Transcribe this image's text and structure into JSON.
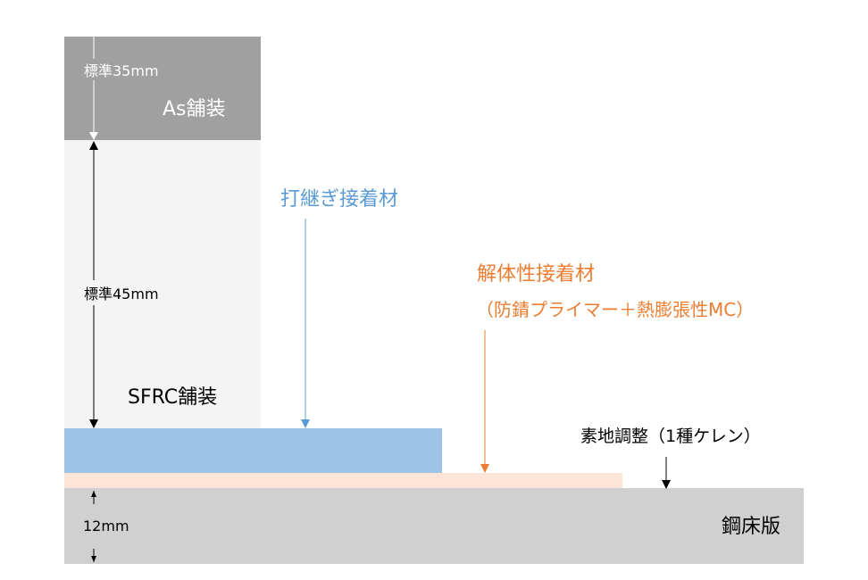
{
  "layers": {
    "as": {
      "label": "As舗装",
      "thickness": "標準35mm",
      "color": "#a0a0a0"
    },
    "sfrc": {
      "label": "SFRC舗装",
      "thickness": "標準45mm",
      "color": "#f4f4f4"
    },
    "bond": {
      "label": "打継ぎ接着材",
      "color": "#9dc3e6",
      "text_color": "#5b9bd5"
    },
    "primer": {
      "label": "解体性接着材",
      "sublabel": "（防錆プライマー＋熱膨張性MC）",
      "color": "#fce4d6",
      "text_color": "#ed7d31"
    },
    "surface": {
      "label": "素地調整（1種ケレン）"
    },
    "steel": {
      "label": "鋼床版",
      "thickness": "12mm",
      "color": "#d0d0d0"
    }
  }
}
